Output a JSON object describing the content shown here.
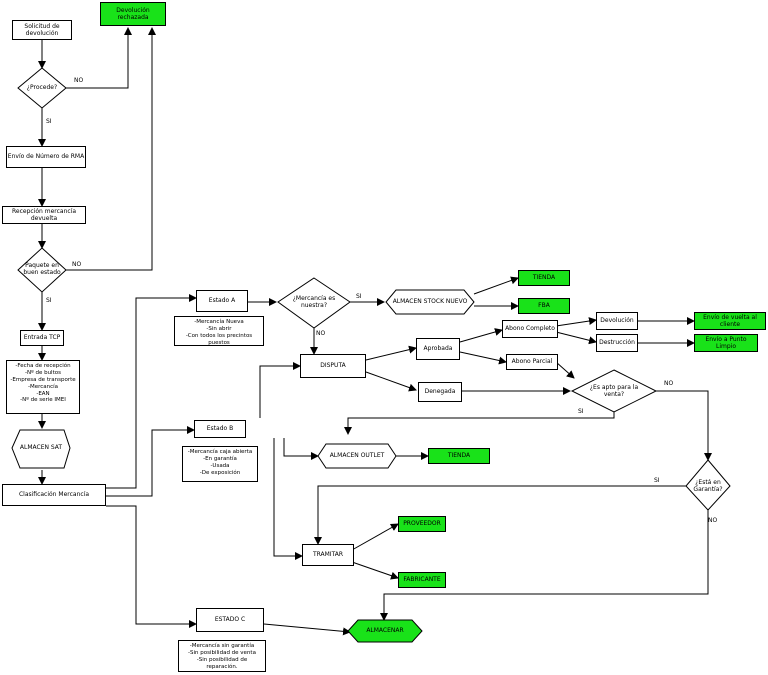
{
  "nodes": {
    "solicitud": "Solicitud de devolución",
    "rechazada": "Devolución rechazada",
    "procede": "¿Procede?",
    "rma": "Envío de Número de RMA",
    "recepcion": "Recepción mercancía devuelta",
    "buen_estado": "Paquete en buen estado",
    "entrada_tcp": "Entrada TCP",
    "almacen_sat": "ALMACEN SAT",
    "clasificacion": "Clasificación Mercancía",
    "estado_a": "Estado A",
    "es_nuestra": "¿Mercancía es nuestra?",
    "almacen_stock": "ALMACEN STOCK NUEVO",
    "tienda1": "TIENDA",
    "fba": "FBA",
    "disputa": "DISPUTA",
    "aprobada": "Aprobada",
    "abono_completo": "Abono Completo",
    "devolucion": "Devolución",
    "destruccion": "Destrucción",
    "envio_cliente": "Envío de vuelta al cliente",
    "envio_punto": "Envío a Punto Limpio",
    "abono_parcial": "Abono Parcial",
    "denegada": "Denegada",
    "apto_venta": "¿Es apto para la venta?",
    "estado_b": "Estado B",
    "almacen_outlet": "ALMACEN OUTLET",
    "tienda2": "TIENDA",
    "en_garantia": "¿Está en Garantía?",
    "tramitar": "TRAMITAR",
    "proveedor": "PROVEEDOR",
    "fabricante": "FABRICANTE",
    "estado_c": "ESTADO C",
    "almacenar": "ALMACENAR"
  },
  "notes": {
    "recepcion_datos": "-Fecha de recepción\n-Nº de bultos\n-Empresa de transporte\n-Mercancía\n-EAN\n-Nº de serie IMEI",
    "estado_a_desc": "-Mercancía Nueva\n-Sin abrir\n-Con todos los precintos puestos",
    "estado_b_desc": "-Mercancía caja abierta\n-En garantía\n-Usada\n-De exposición",
    "estado_c_desc": "-Mercancía sin garantía\n-Sin posibilidad de venta\n-Sin posibilidad de reparación."
  },
  "edge_labels": {
    "procede_no": "NO",
    "procede_si": "SI",
    "estado_no": "NO",
    "estado_si": "SI",
    "nuestra_si": "SI",
    "nuestra_no": "NO",
    "apto_no": "NO",
    "apto_si": "SI",
    "garantia_si": "SI",
    "garantia_no": "NO"
  },
  "colors": {
    "accent_green": "#19e219",
    "line": "#000000"
  }
}
